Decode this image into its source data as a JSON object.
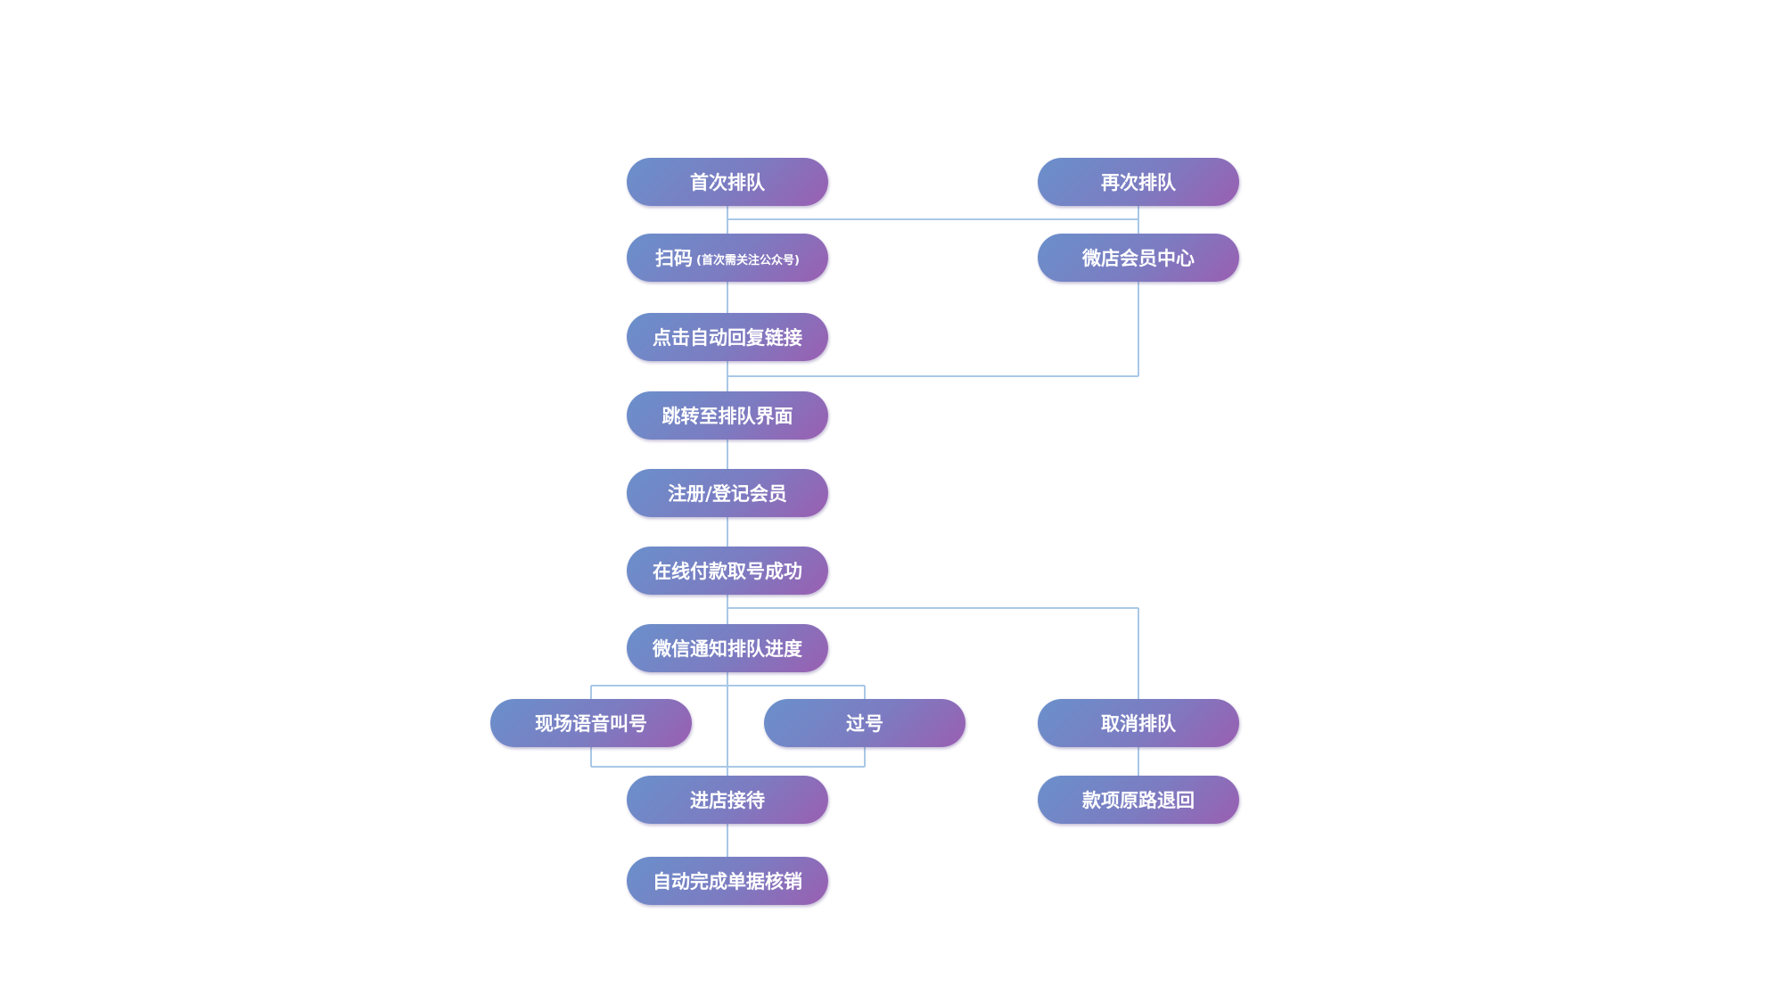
{
  "nodes": {
    "first_queue": {
      "label": "首次排队"
    },
    "scan_code": {
      "label": "扫码",
      "note": "(首次需关注公众号)"
    },
    "click_reply_link": {
      "label": "点击自动回复链接"
    },
    "jump_queue_page": {
      "label": "跳转至排队界面"
    },
    "register_member": {
      "label": "注册/登记会员"
    },
    "pay_online": {
      "label": "在线付款取号成功"
    },
    "wechat_notify": {
      "label": "微信通知排队进度"
    },
    "voice_call": {
      "label": "现场语音叫号"
    },
    "missed_number": {
      "label": "过号"
    },
    "enter_store": {
      "label": "进店接待"
    },
    "auto_verify": {
      "label": "自动完成单据核销"
    },
    "requeue": {
      "label": "再次排队"
    },
    "member_center": {
      "label": "微店会员中心"
    },
    "cancel_queue": {
      "label": "取消排队"
    },
    "refund": {
      "label": "款项原路退回"
    }
  }
}
